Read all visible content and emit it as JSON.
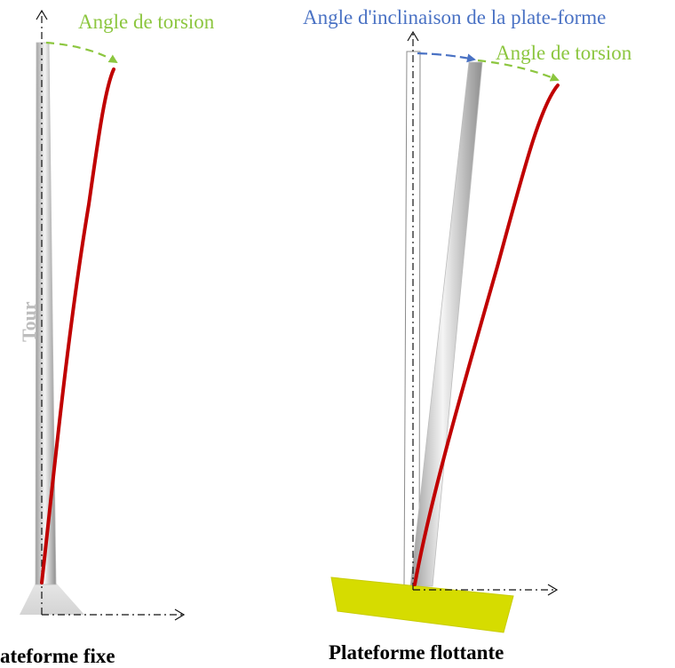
{
  "labels": {
    "torsion_left": "Angle de torsion",
    "tilt_right": "Angle d'inclinaison de la plate-forme",
    "torsion_right": "Angle de torsion",
    "tower": "Tour",
    "caption_left": "ateforme fixe",
    "caption_right": "Plateforme flottante"
  },
  "colors": {
    "torsion": "#8cc63f",
    "tilt": "#4a72c4",
    "deflection": "#c00000",
    "platform": "#d6dc00",
    "base": "#dcdcdc"
  }
}
